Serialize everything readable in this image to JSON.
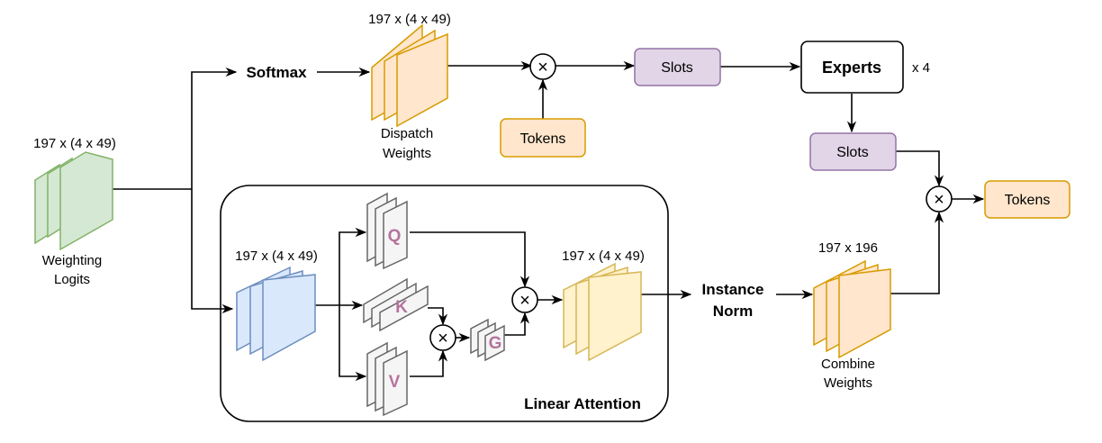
{
  "diagram": {
    "weighting_logits": {
      "dims": "197 x (4 x 49)",
      "label_line1": "Weighting",
      "label_line2": "Logits"
    },
    "softmax": "Softmax",
    "dispatch_weights": {
      "dims": "197 x (4 x 49)",
      "label_line1": "Dispatch",
      "label_line2": "Weights"
    },
    "tokens_in": "Tokens",
    "slots_top": "Slots",
    "experts": "Experts",
    "experts_count": "x 4",
    "slots_bottom": "Slots",
    "tokens_out": "Tokens",
    "linear_attention": {
      "title": "Linear Attention",
      "input_dims": "197 x (4 x 49)",
      "output_dims": "197 x (4 x 49)",
      "q": "Q",
      "k": "K",
      "v": "V",
      "g": "G"
    },
    "instance_norm": {
      "line1": "Instance",
      "line2": "Norm"
    },
    "combine_weights": {
      "dims": "197 x 196",
      "label_line1": "Combine",
      "label_line2": "Weights"
    },
    "multiply_symbol": "×"
  },
  "colors": {
    "green_fill": "#d5e8d4",
    "green_stroke": "#82b366",
    "orange_fill": "#ffe6cc",
    "orange_stroke": "#d79b00",
    "blue_fill": "#dae8fc",
    "blue_stroke": "#6c8ebf",
    "yellow_fill": "#fff2cc",
    "yellow_stroke": "#d6b656",
    "purple_fill": "#e1d5e7",
    "purple_stroke": "#9673a6",
    "gray_fill": "#f5f5f5",
    "gray_stroke": "#666666",
    "letter_color": "#b5739d"
  }
}
